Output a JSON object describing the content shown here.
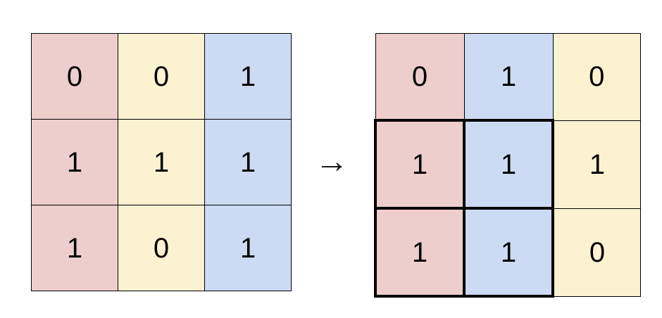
{
  "colors": {
    "pink": "#eecdcd",
    "yellow": "#fbf2d1",
    "blue": "#ccdaf4",
    "border": "#000000"
  },
  "arrow": {
    "glyph": "→"
  },
  "left_grid": {
    "column_colors": [
      "pink",
      "yellow",
      "blue"
    ],
    "rows": [
      [
        "0",
        "0",
        "1"
      ],
      [
        "1",
        "1",
        "1"
      ],
      [
        "1",
        "0",
        "1"
      ]
    ]
  },
  "right_grid": {
    "column_colors": [
      "pink",
      "blue",
      "yellow"
    ],
    "rows": [
      [
        "0",
        "1",
        "0"
      ],
      [
        "1",
        "1",
        "1"
      ],
      [
        "1",
        "1",
        "0"
      ]
    ],
    "highlight_block": {
      "row_indexes": [
        1,
        2
      ],
      "col_indexes": [
        0,
        1
      ]
    }
  }
}
